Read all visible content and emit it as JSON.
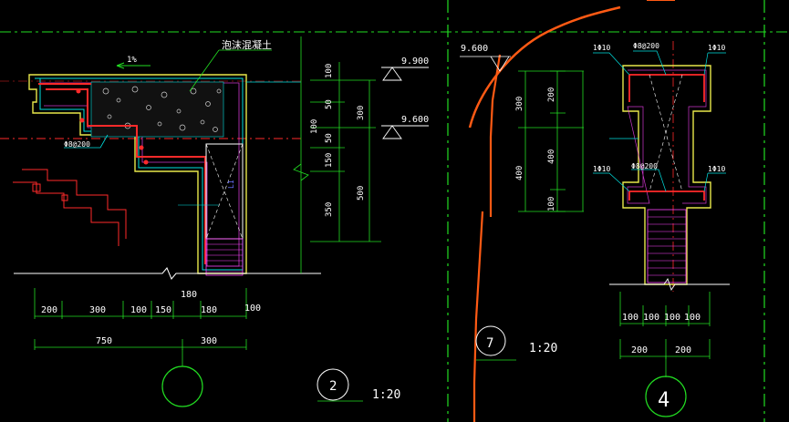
{
  "colors": {
    "background": "#000000",
    "white": "#ffffff",
    "green": "#22dd22",
    "cyan": "#00e0e0",
    "red": "#ff2a2a",
    "yellow": "#e8e84a",
    "magenta": "#ff44ff",
    "orange": "#ff5a14",
    "blue": "#6a72ff",
    "gray": "#b0b0b0"
  },
  "detail2": {
    "label_concrete": "泡沫混凝土",
    "slope": "1%",
    "rebar_note": "Φ8@200",
    "lintel_tag": "L1",
    "dim_bottom_row1": [
      "200",
      "300",
      "100",
      "150",
      "180",
      "100"
    ],
    "dim_bottom_top": "180",
    "dim_bottom_row2": [
      "750",
      "300"
    ],
    "dim_vertical_left": [
      "100",
      "50",
      "100",
      "50",
      "150",
      "350"
    ],
    "dim_vertical_right": [
      "300",
      "500"
    ],
    "elev_top": "9.900",
    "elev_mid": "9.600",
    "detail_no": "2",
    "scale": "1:20"
  },
  "detail7": {
    "elev": "9.600",
    "dim_vertical": [
      "300",
      "400"
    ],
    "detail_no": "7",
    "scale": "1:20"
  },
  "detail4": {
    "rebar_top_left": "1Φ10",
    "rebar_top_center": "Φ8@200",
    "rebar_top_right": "1Φ10",
    "rebar_bot_left": "1Φ10",
    "rebar_bot_center": "Φ8@200",
    "rebar_bot_right": "1Φ10",
    "dim_vertical": [
      "200",
      "400",
      "100"
    ],
    "dim_bottom_row1": [
      "100",
      "100",
      "100",
      "100"
    ],
    "dim_bottom_row2": [
      "200",
      "200"
    ],
    "detail_no": "4"
  }
}
